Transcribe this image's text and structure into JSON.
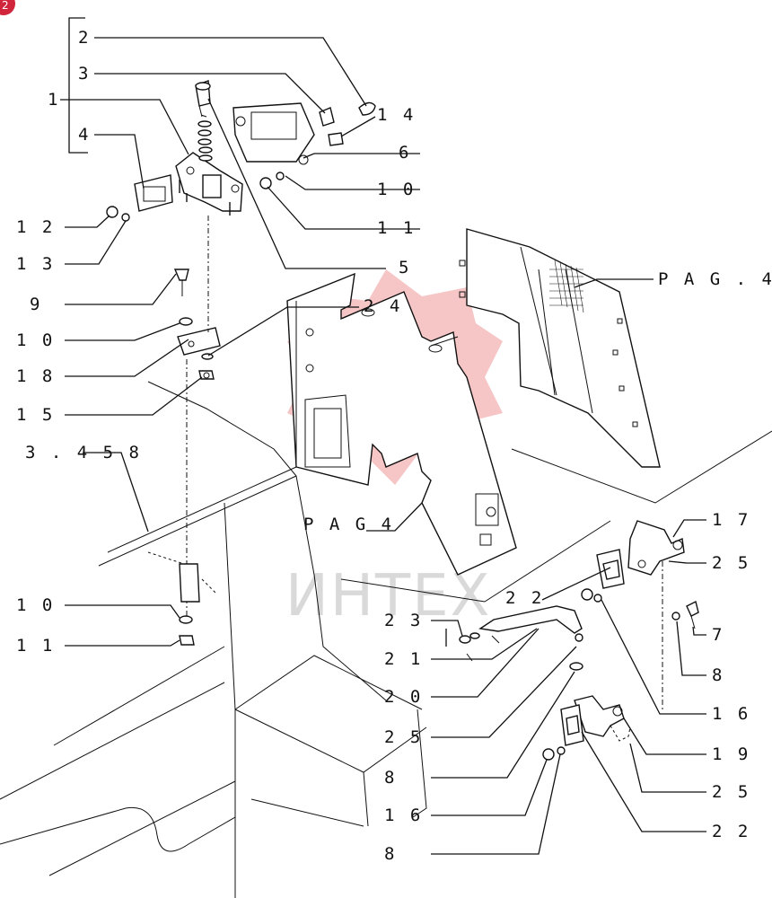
{
  "page_badge": "2",
  "watermark": {
    "text": "ИНТЕХ",
    "logo_color": "#f3b3b3"
  },
  "callouts": {
    "c2_top": "2",
    "c3_top": "3",
    "c1": "1",
    "c4": "4",
    "c14": "1 4",
    "c6": "6",
    "c10a": "1 0",
    "c11a": "1 1",
    "c12": "1 2",
    "c13": "1 3",
    "c5": "5",
    "c9": "9",
    "c24": "2 4",
    "c10b": "1 0",
    "c18": "1 8",
    "c15": "1 5",
    "c3458": "3 . 4 5 8",
    "pag4_right": "P A G . 4",
    "pag4_mid": "P A G  4",
    "c17": "1 7",
    "c25a": "2 5",
    "c22a": "2 2",
    "c7": "7",
    "c10c": "1 0",
    "c11b": "1 1",
    "c23": "2 3",
    "c21": "2 1",
    "c8a": "8",
    "c16a": "1 6",
    "c20": "2 0",
    "c25b": "2 5",
    "c19": "1 9",
    "c8b": "8",
    "c25c": "2 5",
    "c16b": "1 6",
    "c22b": "2 2",
    "c8c": "8"
  }
}
